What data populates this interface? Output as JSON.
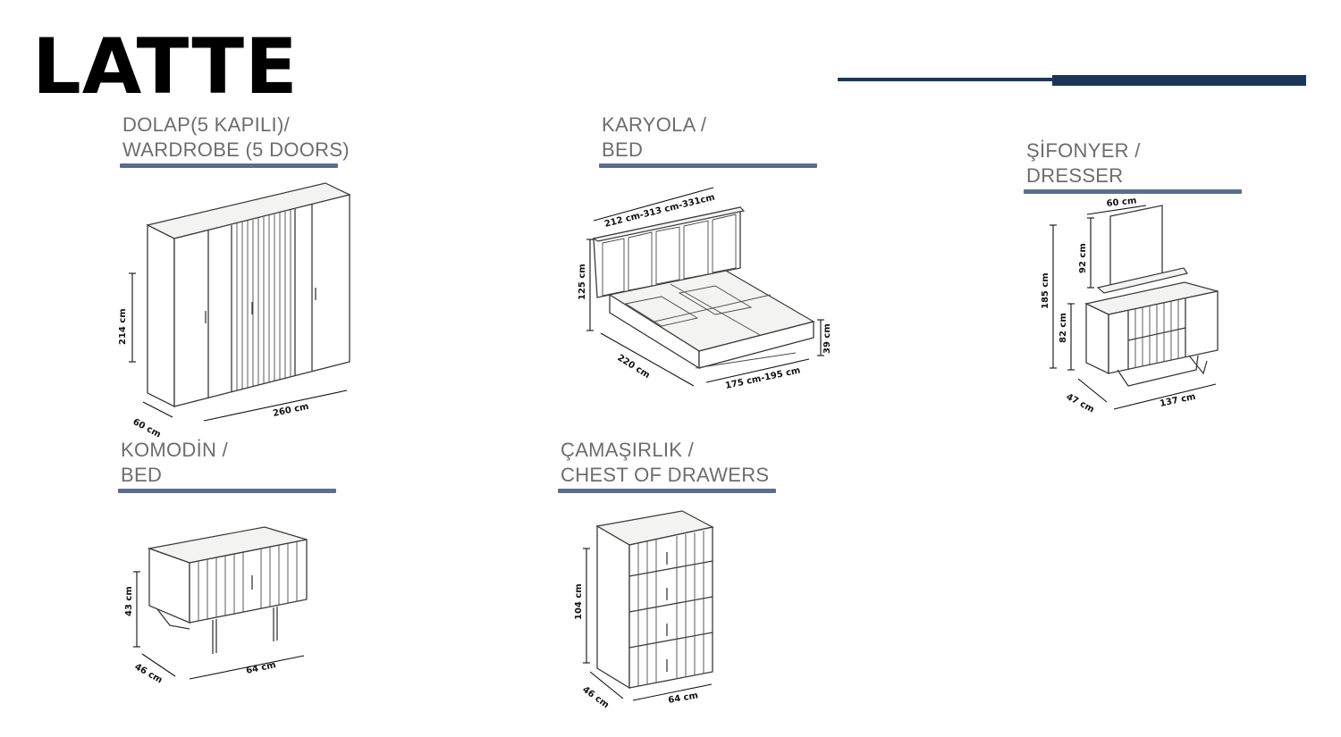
{
  "brand": "LATTE",
  "colors": {
    "accent": "#1d3557",
    "underline": "#5b6f8c",
    "title": "#6d6d6d"
  },
  "sections": {
    "wardrobe": {
      "title_line1": "DOLAP(5 KAPILI)/",
      "title_line2": "WARDROBE (5 DOORS)",
      "dims": {
        "height": "214 cm",
        "depth": "60 cm",
        "width": "260 cm"
      }
    },
    "bed": {
      "title_line1": "KARYOLA /",
      "title_line2": "BED",
      "dims": {
        "top": "212 cm-313 cm-331cm",
        "headboard": "125 cm",
        "length": "220 cm",
        "width": "175 cm-195 cm",
        "base": "39 cm"
      }
    },
    "dresser": {
      "title_line1": "ŞİFONYER /",
      "title_line2": "DRESSER",
      "dims": {
        "mirror_width": "60 cm",
        "mirror_height": "92 cm",
        "total_height": "185 cm",
        "body_height": "82 cm",
        "depth": "47 cm",
        "width": "137 cm"
      }
    },
    "nightstand": {
      "title_line1": "KOMODİN /",
      "title_line2": "BED",
      "dims": {
        "height": "43 cm",
        "depth": "46 cm",
        "width": "64 cm"
      }
    },
    "chest": {
      "title_line1": "ÇAMAŞIRLIK /",
      "title_line2": "CHEST OF DRAWERS",
      "dims": {
        "height": "104 cm",
        "depth": "46 cm",
        "width": "64 cm"
      }
    }
  }
}
